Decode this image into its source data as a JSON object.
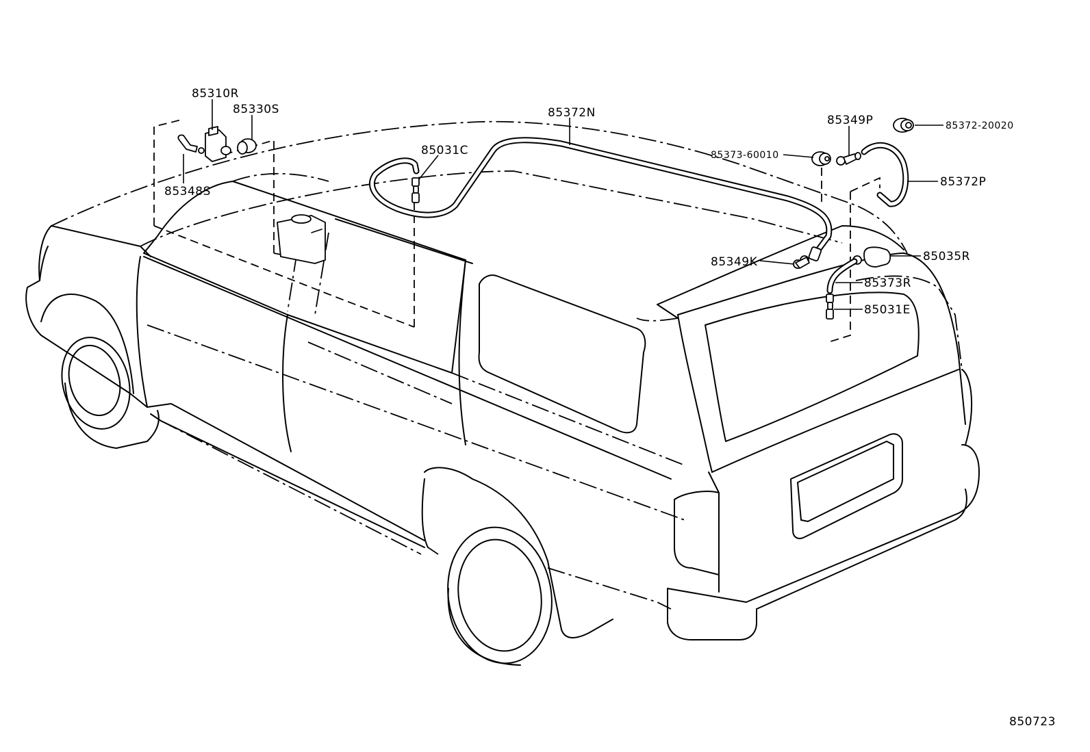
{
  "diagram": {
    "figure_number": "850723",
    "callouts": [
      {
        "id": "85310R",
        "text": "85310R"
      },
      {
        "id": "85330S",
        "text": "85330S"
      },
      {
        "id": "85348S",
        "text": "85348S"
      },
      {
        "id": "85372N",
        "text": "85372N"
      },
      {
        "id": "85031C",
        "text": "85031C"
      },
      {
        "id": "85349P",
        "text": "85349P"
      },
      {
        "id": "85372-20020",
        "text": "85372-20020"
      },
      {
        "id": "85373-60010",
        "text": "85373-60010"
      },
      {
        "id": "85372P",
        "text": "85372P"
      },
      {
        "id": "85349K",
        "text": "85349K"
      },
      {
        "id": "85035R",
        "text": "85035R"
      },
      {
        "id": "85373R",
        "text": "85373R"
      },
      {
        "id": "85031E",
        "text": "85031E"
      }
    ]
  }
}
